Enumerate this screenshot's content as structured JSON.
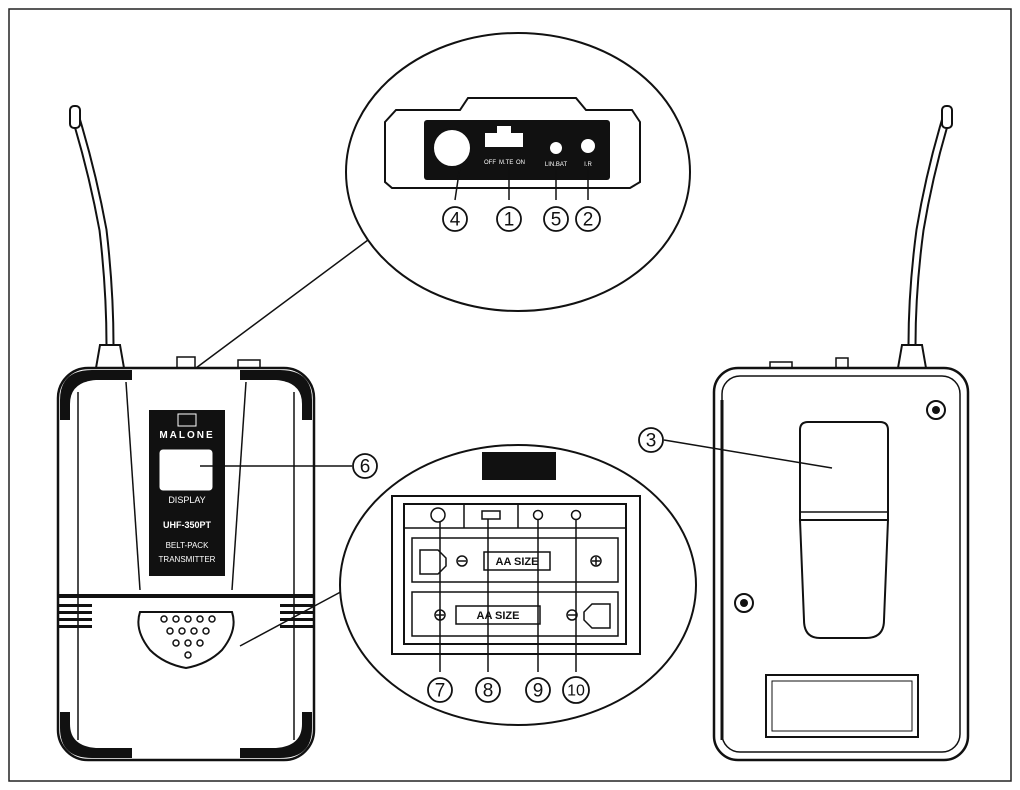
{
  "device": {
    "brand": "MALONE",
    "display_label": "DISPLAY",
    "model": "UHF-350PT",
    "type_line1": "BELT-PACK",
    "type_line2": "TRANSMITTER"
  },
  "top_panel": {
    "switch_labels": [
      "OFF",
      "M.TE",
      "ON"
    ],
    "jack_label": "LIN.BAT",
    "ir_label": "I.R"
  },
  "battery": {
    "upper_label": "AA SIZE",
    "lower_label": "AA SIZE"
  },
  "callouts": [
    "1",
    "2",
    "3",
    "4",
    "5",
    "6",
    "7",
    "8",
    "9",
    "10"
  ]
}
